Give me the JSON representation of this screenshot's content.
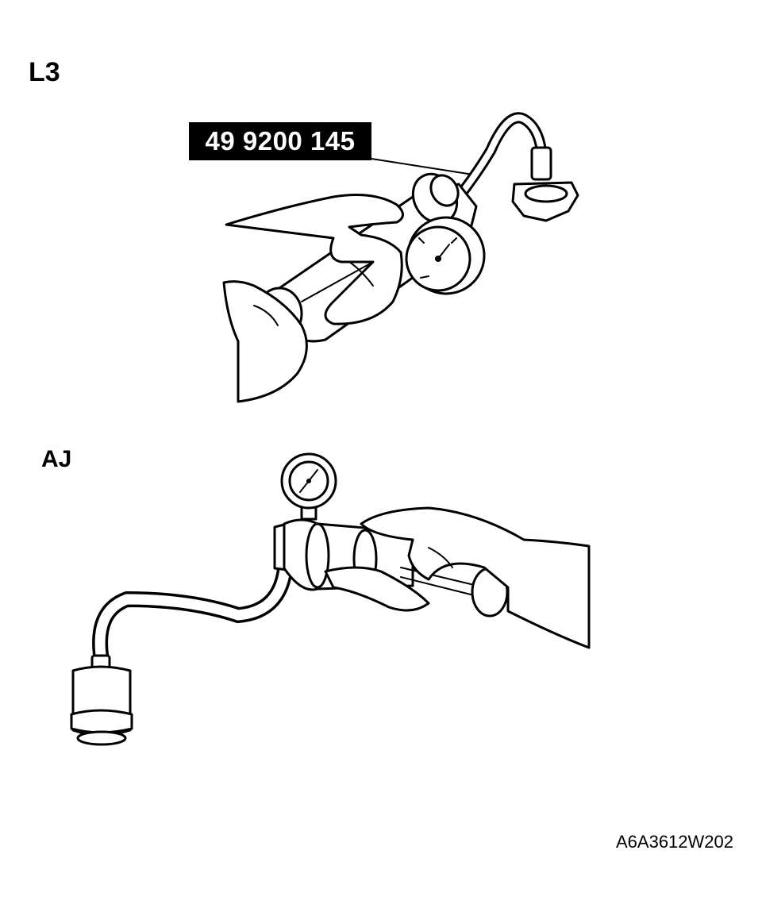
{
  "figure": {
    "label_top": "L3",
    "label_bottom": "AJ",
    "part_number": "49 9200 145",
    "figure_code": "A6A3612W202"
  },
  "icons": [
    "pressure-gauge-icon",
    "hand-pump-icon",
    "radiator-cap-adapter-icon",
    "hand-icon"
  ]
}
